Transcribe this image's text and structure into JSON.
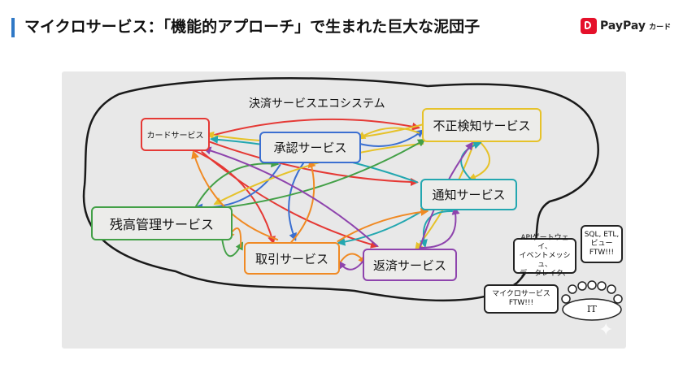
{
  "header": {
    "title": "マイクロサービス：「機能的アプローチ」で生まれた巨大な泥団子",
    "logo_name": "PayPay",
    "logo_sub": "カード",
    "accent_color": "#2f78c6",
    "logo_color": "#e5102a"
  },
  "diagram": {
    "ecosystem_label": "決済サービスエコシステム",
    "services": {
      "card": {
        "label": "カードサービス",
        "color": "#e53935"
      },
      "approval": {
        "label": "承認サービス",
        "color": "#3b6fd1"
      },
      "fraud": {
        "label": "不正検知サービス",
        "color": "#e6c22a"
      },
      "notify": {
        "label": "通知サービス",
        "color": "#23a7b0"
      },
      "balance": {
        "label": "残高管理サービス",
        "color": "#43a047"
      },
      "transaction": {
        "label": "取引サービス",
        "color": "#f08a24"
      },
      "repayment": {
        "label": "返済サービス",
        "color": "#8e44ad"
      }
    },
    "bubbles": {
      "api": "APIゲートウェイ、\nイベントメッシュ、\nデータレイク、",
      "sql": "SQL, ETL,\nビュー\nFTW!!!",
      "micro": "マイクロサービス\nFTW!!!"
    },
    "it_label": "IT",
    "sparkle_icon": "sparkle-icon"
  }
}
